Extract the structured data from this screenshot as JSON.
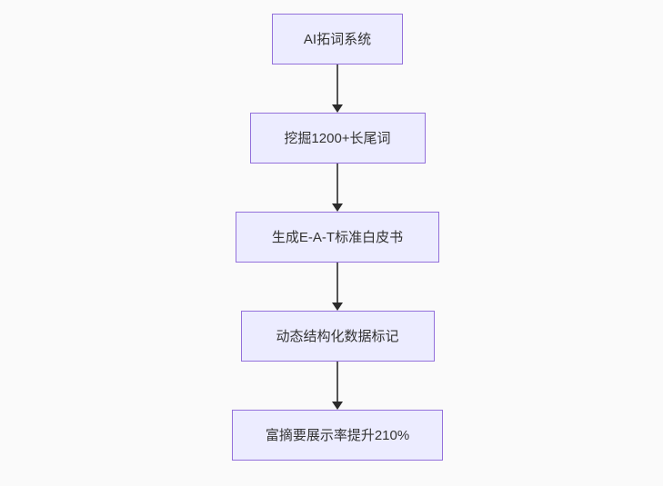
{
  "canvas": {
    "background_color": "#fafafa"
  },
  "flowchart": {
    "type": "flowchart",
    "direction": "top-down",
    "node_fill_color": "#ececff",
    "node_border_color": "#9370db",
    "node_text_color": "#333333",
    "arrow_color": "#555555",
    "arrowhead_color": "#2b2b2b",
    "nodes": [
      {
        "id": "step-1",
        "label": "AI拓词系统"
      },
      {
        "id": "step-2",
        "label": "挖掘1200+长尾词"
      },
      {
        "id": "step-3",
        "label": "生成E-A-T标准白皮书"
      },
      {
        "id": "step-4",
        "label": "动态结构化数据标记"
      },
      {
        "id": "step-5",
        "label": "富摘要展示率提升210%"
      }
    ],
    "edges": [
      {
        "from": "step-1",
        "to": "step-2",
        "style": "arrow-down"
      },
      {
        "from": "step-2",
        "to": "step-3",
        "style": "arrow-down"
      },
      {
        "from": "step-3",
        "to": "step-4",
        "style": "arrow-down"
      },
      {
        "from": "step-4",
        "to": "step-5",
        "style": "arrow-down"
      }
    ]
  }
}
